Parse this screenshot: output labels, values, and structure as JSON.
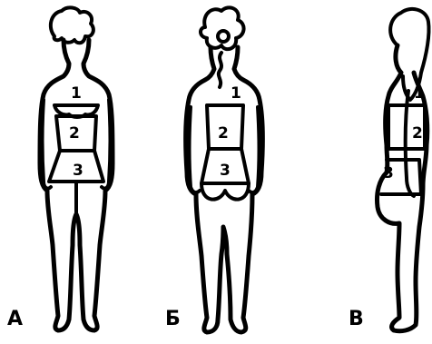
{
  "figures": [
    {
      "view_label": "А",
      "zones": [
        "1",
        "2",
        "3"
      ]
    },
    {
      "view_label": "Б",
      "zones": [
        "1",
        "2",
        "3"
      ]
    },
    {
      "view_label": "В",
      "zones": [
        "1",
        "2",
        "3"
      ]
    }
  ]
}
